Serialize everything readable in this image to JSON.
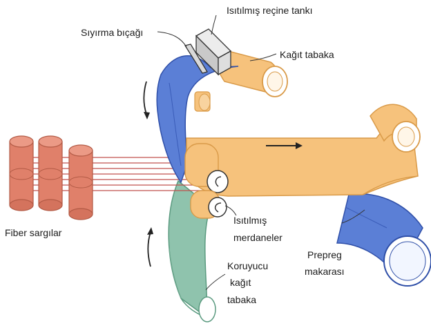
{
  "labels": {
    "resin_tank": "Isıtılmış reçine tankı",
    "doctor_blade": "Sıyırma bıçağı",
    "paper_sheet_top": "Kağıt tabaka",
    "fiber_spools": "Fiber sargılar",
    "heated_rollers_line1": "Isıtılmış",
    "heated_rollers_line2": "merdaneler",
    "prepreg_roll_line1": "Prepreg",
    "prepreg_roll_line2": "makarası",
    "protective_sheet_line1": "Koruyucu",
    "protective_sheet_line2": "kağıt",
    "protective_sheet_line3": "tabaka"
  },
  "colors": {
    "paper_orange": "#f6c27c",
    "paper_orange_dark": "#d99a48",
    "band_blue": "#5b7fd6",
    "band_blue_dark": "#2f4fa8",
    "band_green": "#8fc3ad",
    "band_green_dark": "#5a9a7f",
    "spool": "#e0806a",
    "spool_dark": "#b25a45",
    "fiber_line": "#c0504d",
    "tank_gray": "#c9c9c9"
  }
}
